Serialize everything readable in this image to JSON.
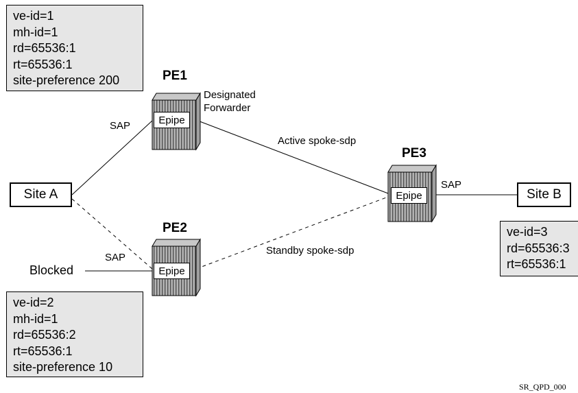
{
  "boxes": {
    "pe1_config": [
      "ve-id=1",
      "mh-id=1",
      "rd=65536:1",
      "rt=65536:1",
      "site-preference 200"
    ],
    "pe2_config": [
      "ve-id=2",
      "mh-id=1",
      "rd=65536:2",
      "rt=65536:1",
      "site-preference 10"
    ],
    "pe3_config": [
      "ve-id=3",
      "rd=65536:3",
      "rt=65536:1"
    ]
  },
  "nodes": {
    "pe1": "PE1",
    "pe2": "PE2",
    "pe3": "PE3",
    "epipe": "Epipe",
    "site_a": "Site A",
    "site_b": "Site B"
  },
  "labels": {
    "designated_forwarder": [
      "Designated",
      "Forwarder"
    ],
    "sap": "SAP",
    "active_spoke": "Active spoke-sdp",
    "standby_spoke": "Standby spoke-sdp",
    "blocked": "Blocked"
  },
  "footer": "SR_QPD_000"
}
